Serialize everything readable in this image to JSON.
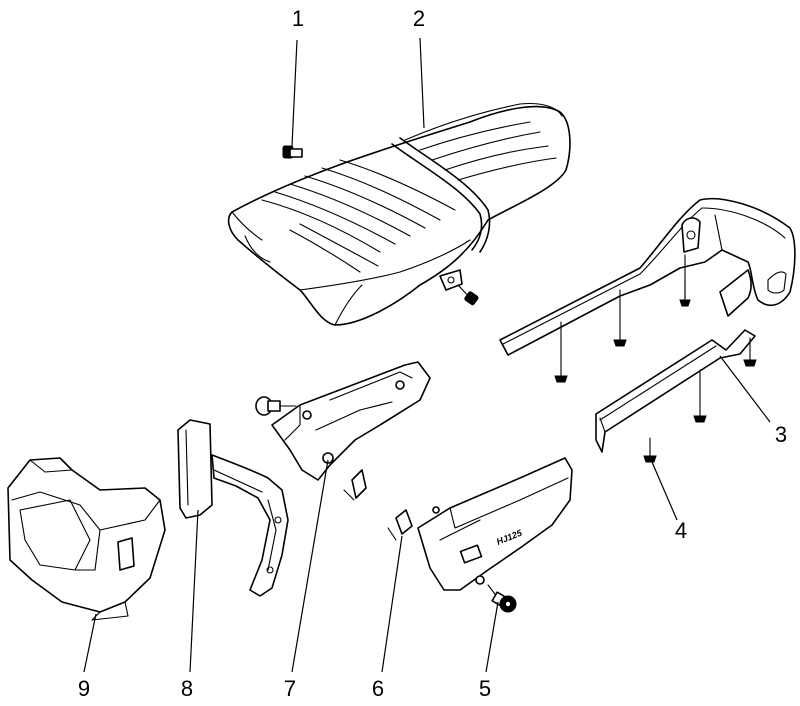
{
  "callouts": {
    "c1": "1",
    "c2": "2",
    "c3": "3",
    "c4": "4",
    "c5": "5",
    "c6": "6",
    "c7": "7",
    "c8": "8",
    "c9": "9"
  },
  "side_cover_badge": "HJ125"
}
